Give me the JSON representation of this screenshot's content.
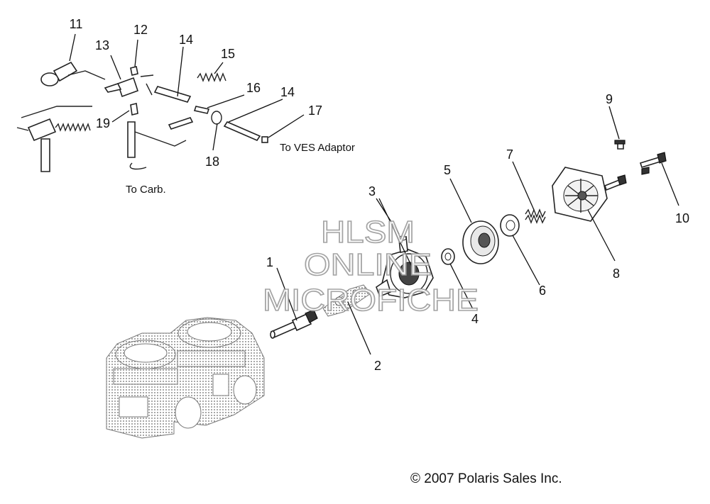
{
  "callouts": [
    {
      "id": "1",
      "label": "1"
    },
    {
      "id": "2",
      "label": "2"
    },
    {
      "id": "3",
      "label": "3"
    },
    {
      "id": "4",
      "label": "4"
    },
    {
      "id": "5",
      "label": "5"
    },
    {
      "id": "6",
      "label": "6"
    },
    {
      "id": "7",
      "label": "7"
    },
    {
      "id": "8",
      "label": "8"
    },
    {
      "id": "9",
      "label": "9"
    },
    {
      "id": "10",
      "label": "10"
    },
    {
      "id": "11",
      "label": "11"
    },
    {
      "id": "12",
      "label": "12"
    },
    {
      "id": "13",
      "label": "13"
    },
    {
      "id": "14a",
      "label": "14"
    },
    {
      "id": "14b",
      "label": "14"
    },
    {
      "id": "15",
      "label": "15"
    },
    {
      "id": "16",
      "label": "16"
    },
    {
      "id": "17",
      "label": "17"
    },
    {
      "id": "18",
      "label": "18"
    },
    {
      "id": "19",
      "label": "19"
    }
  ],
  "notes": {
    "to_ves": "To VES Adaptor",
    "to_carb": "To Carb."
  },
  "watermark": {
    "line1": "HLSM",
    "line2": "ONLINE",
    "line3": "MICROFICHE"
  },
  "copyright": "© 2007 Polaris Sales Inc."
}
